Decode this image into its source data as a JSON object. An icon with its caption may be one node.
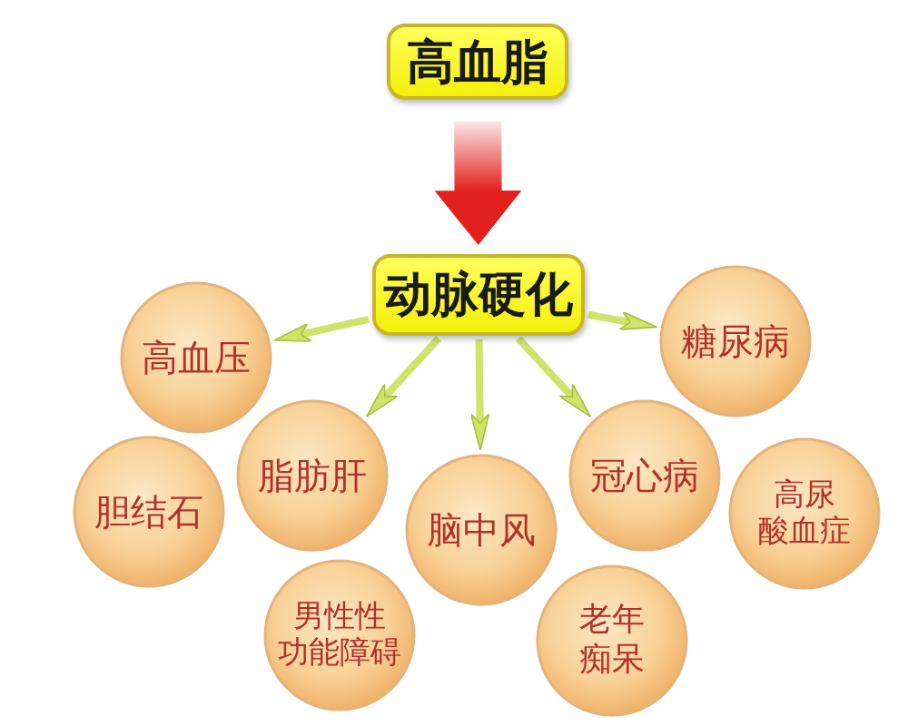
{
  "diagram": {
    "nodes": [
      {
        "text": [
          "高血脂"
        ]
      },
      {
        "text": [
          "动脉硬化"
        ]
      },
      {
        "text": [
          "高血压"
        ]
      },
      {
        "text": [
          "糖尿病"
        ]
      },
      {
        "text": [
          "脂肪肝"
        ]
      },
      {
        "text": [
          "冠心病"
        ]
      },
      {
        "text": [
          "胆结石"
        ]
      },
      {
        "text": [
          "高尿酸血症"
        ]
      },
      {
        "text": [
          "脑中风"
        ]
      },
      {
        "text": [
          "男性性功能障碍"
        ]
      },
      {
        "text": [
          "老年痴呆"
        ]
      }
    ],
    "edges": [
      {
        "from": 0,
        "to": 1,
        "arrow": "to",
        "style": "thick",
        "color": "#e3211c"
      },
      {
        "from": 1,
        "to": 2,
        "arrow": "to"
      },
      {
        "from": 1,
        "to": 4,
        "arrow": "to"
      },
      {
        "from": 1,
        "to": 8,
        "arrow": "to"
      },
      {
        "from": 1,
        "to": 5,
        "arrow": "to"
      },
      {
        "from": 1,
        "to": 3,
        "arrow": "to"
      }
    ]
  }
}
